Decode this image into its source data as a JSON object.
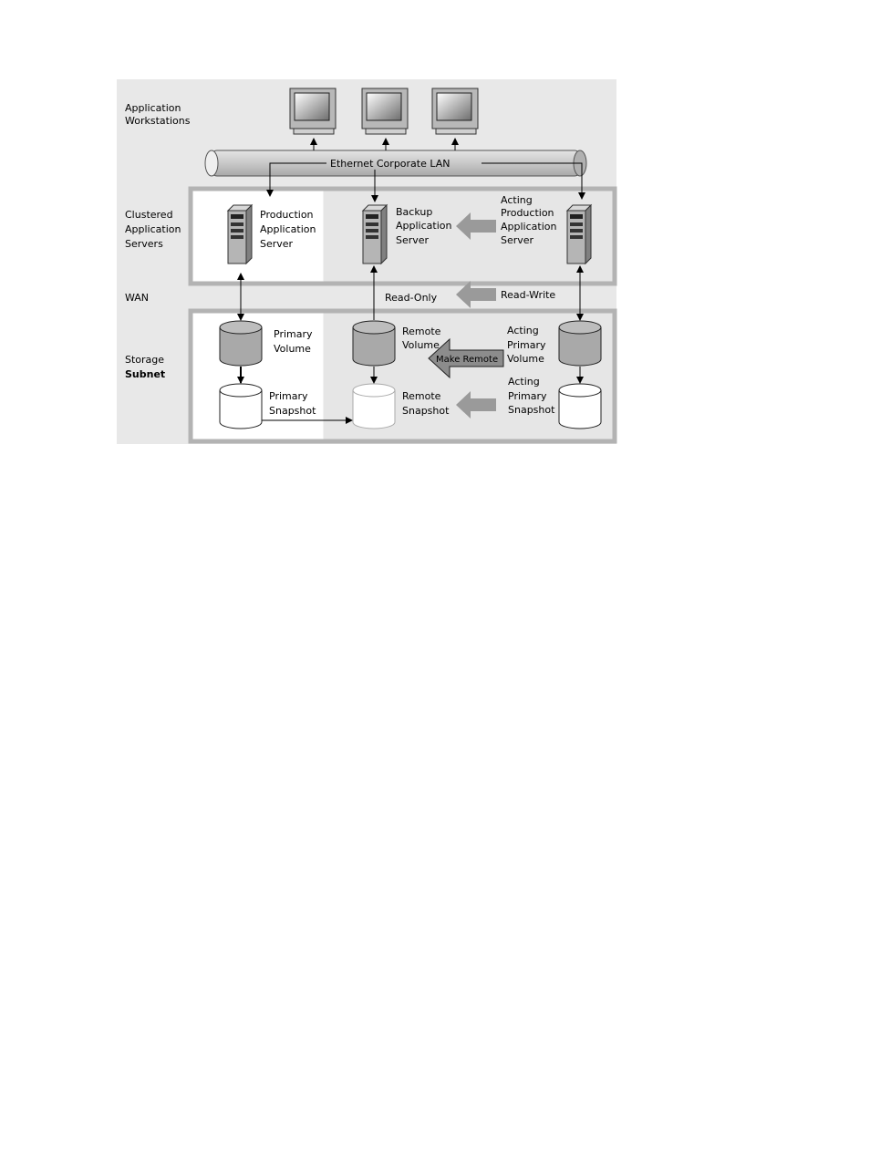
{
  "tiers": {
    "workstations": [
      "Application",
      "Workstations"
    ],
    "servers": [
      "Clustered",
      "Application",
      "Servers"
    ],
    "wan": "WAN",
    "storage": [
      "Storage",
      "Subnet"
    ]
  },
  "lan_label": "Ethernet Corporate LAN",
  "servers": {
    "production": [
      "Production",
      "Application",
      "Server"
    ],
    "backup": [
      "Backup",
      "Application",
      "Server"
    ],
    "acting": [
      "Acting",
      "Production",
      "Application",
      "Server"
    ]
  },
  "wan": {
    "read_only": "Read-Only",
    "read_write": "Read-Write"
  },
  "storage": {
    "primary_volume": [
      "Primary",
      "Volume"
    ],
    "remote_volume": [
      "Remote",
      "Volume"
    ],
    "acting_primary_volume": [
      "Acting",
      "Primary",
      "Volume"
    ],
    "make_remote": "Make Remote",
    "primary_snapshot": [
      "Primary",
      "Snapshot"
    ],
    "remote_snapshot": [
      "Remote",
      "Snapshot"
    ],
    "acting_primary_snapshot": [
      "Acting",
      "Primary",
      "Snapshot"
    ]
  },
  "colors": {
    "background_panel": "#e6e6e6",
    "frame": "#b3b3b3",
    "lan_pipe": "#c8c8c8",
    "volume_fill": "#a9a9a9",
    "snapshot_fill": "#ffffff",
    "flow_arrow": "#9a9a9a"
  }
}
